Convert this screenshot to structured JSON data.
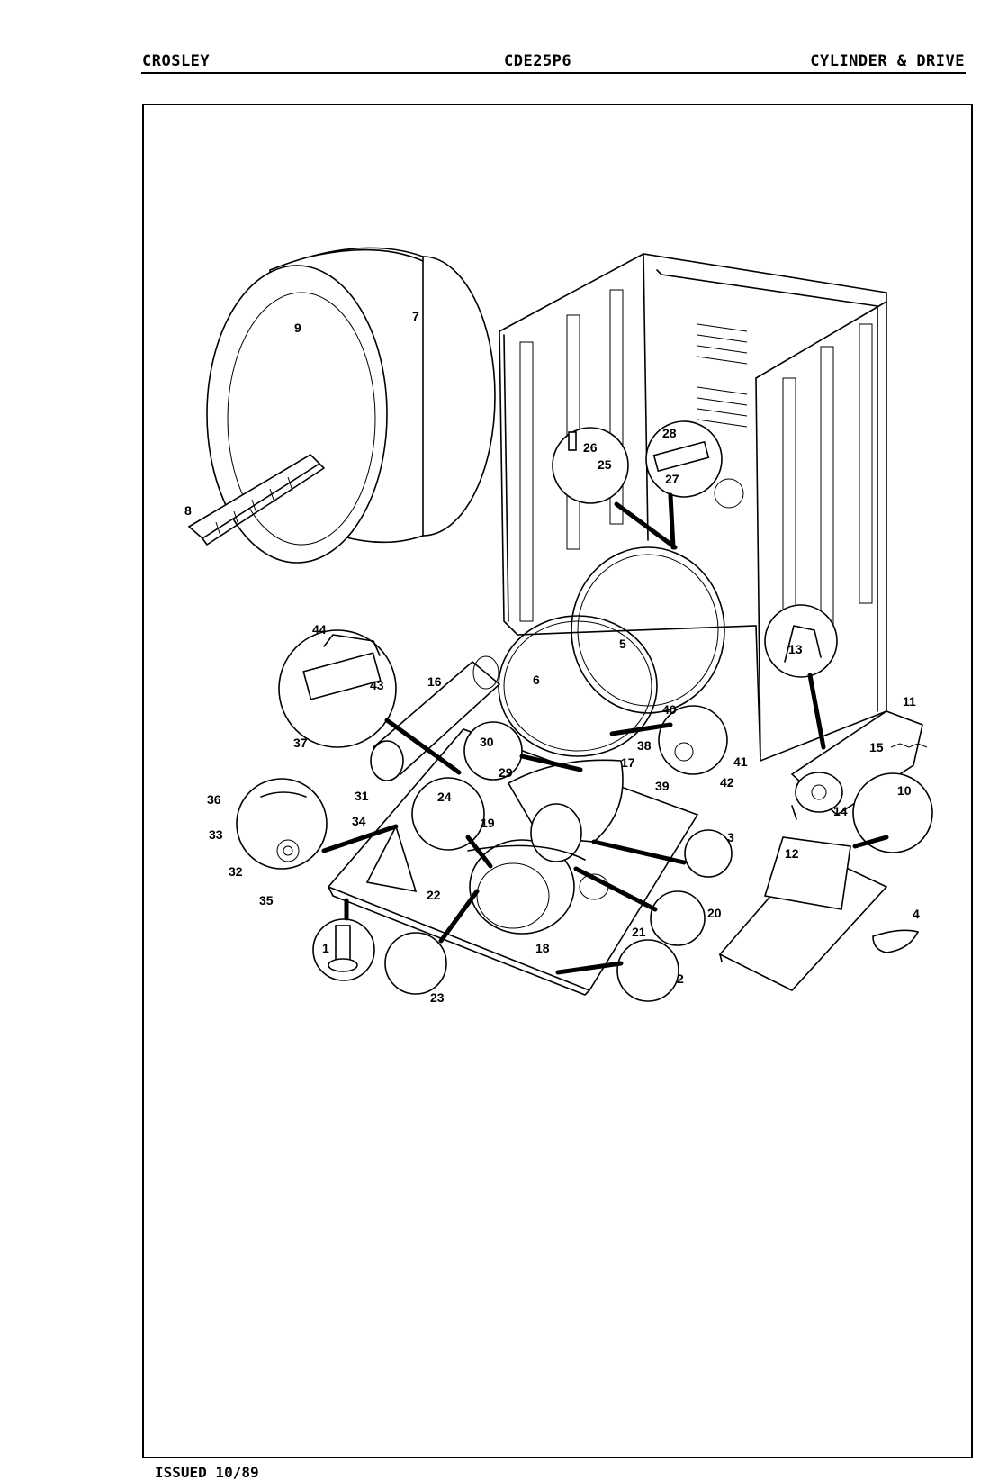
{
  "header": {
    "brand": "CROSLEY",
    "model": "CDE25P6",
    "section": "CYLINDER & DRIVE"
  },
  "footer": {
    "issued": "ISSUED 10/89"
  },
  "callouts": {
    "c1": "1",
    "c2": "2",
    "c3": "3",
    "c4": "4",
    "c5": "5",
    "c6": "6",
    "c7": "7",
    "c8": "8",
    "c9": "9",
    "c10": "10",
    "c11": "11",
    "c12": "12",
    "c13": "13",
    "c14": "14",
    "c15": "15",
    "c16": "16",
    "c17": "17",
    "c18": "18",
    "c19": "19",
    "c20": "20",
    "c21": "21",
    "c22": "22",
    "c23": "23",
    "c24": "24",
    "c25": "25",
    "c26": "26",
    "c27": "27",
    "c28": "28",
    "c29": "29",
    "c30": "30",
    "c31": "31",
    "c32": "32",
    "c33": "33",
    "c34": "34",
    "c35": "35",
    "c36": "36",
    "c37": "37",
    "c38": "38",
    "c39": "39",
    "c40": "40",
    "c41": "41",
    "c42": "42",
    "c43": "43",
    "c44": "44"
  }
}
